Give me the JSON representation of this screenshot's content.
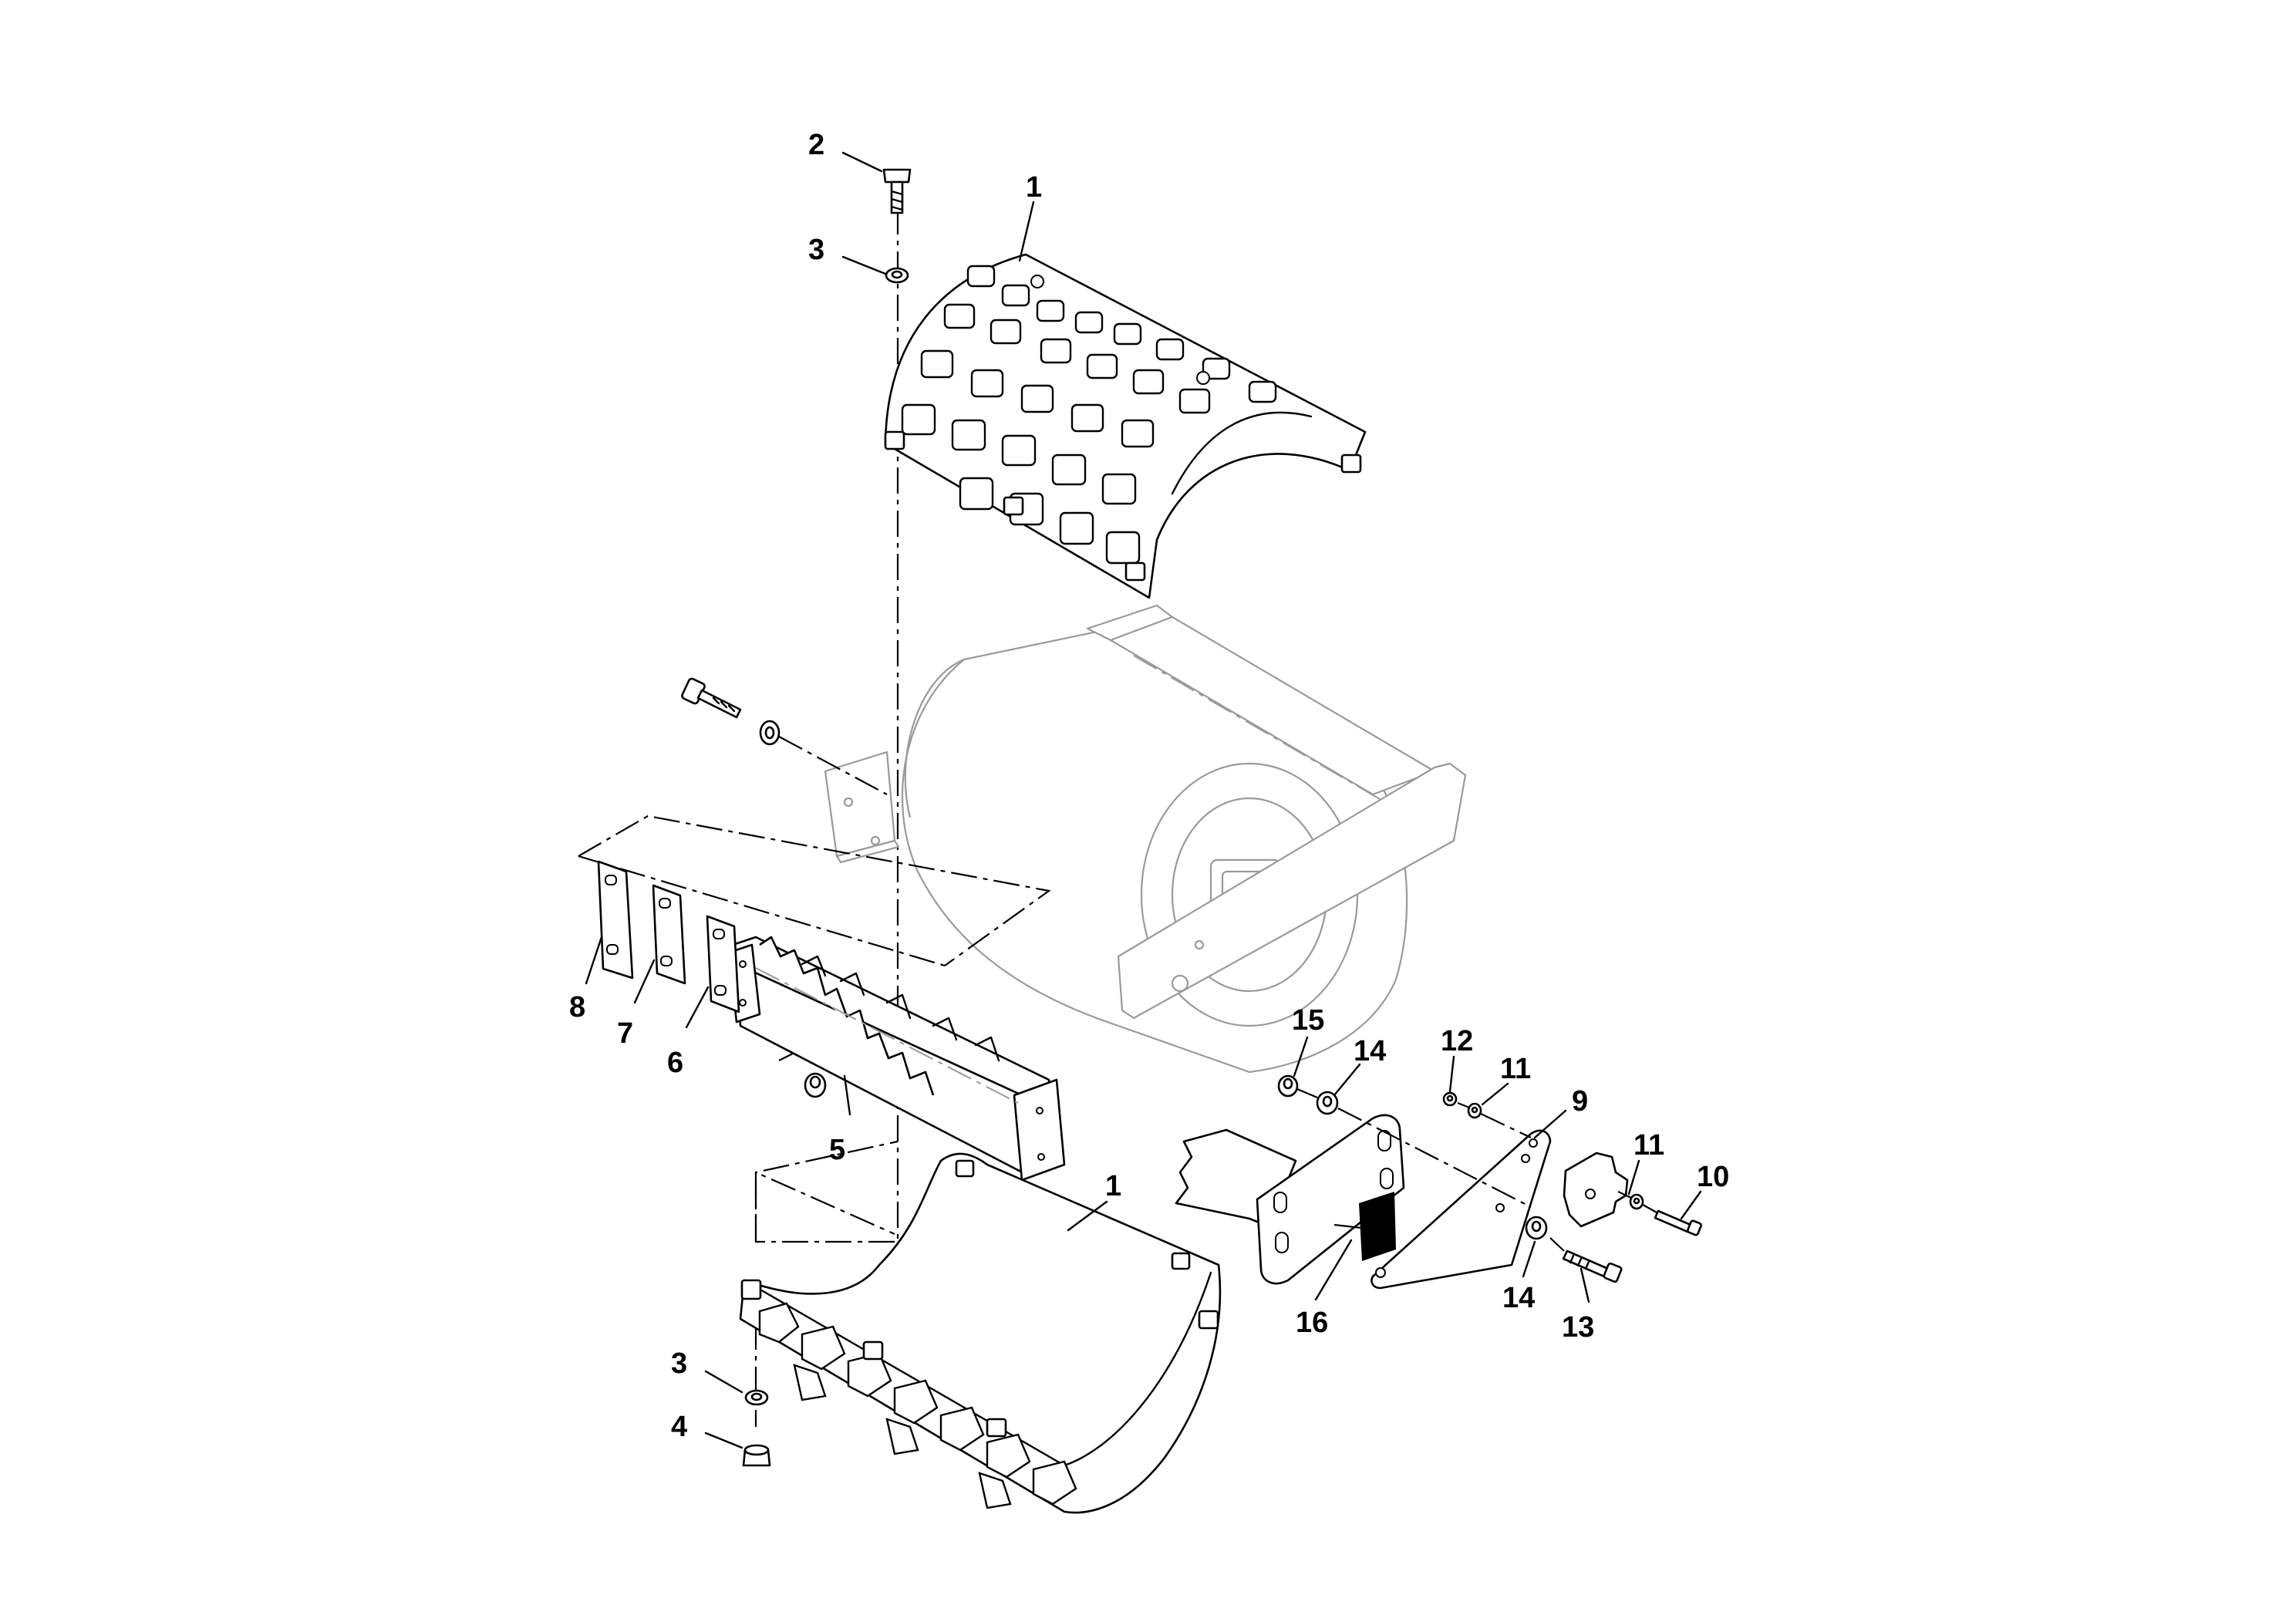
{
  "diagram": {
    "callouts": {
      "c1_top": "1",
      "c1_bottom": "1",
      "c2": "2",
      "c3_top": "3",
      "c3_bottom": "3",
      "c4": "4",
      "c5": "5",
      "c6": "6",
      "c7": "7",
      "c8": "8",
      "c9": "9",
      "c10": "10",
      "c11_left": "11",
      "c11_right": "11",
      "c12": "12",
      "c13": "13",
      "c14_top": "14",
      "c14_bottom": "14",
      "c15": "15",
      "c16": "16"
    }
  }
}
